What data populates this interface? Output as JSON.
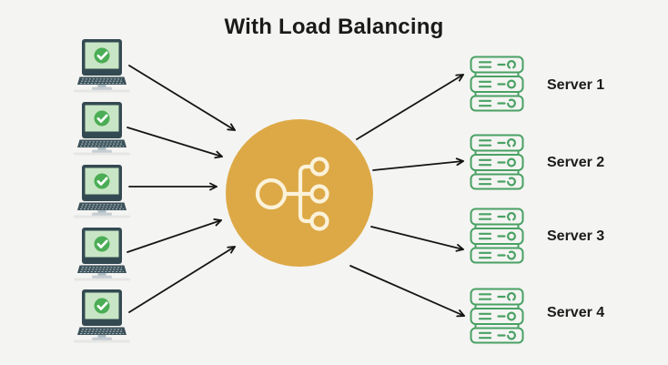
{
  "title": "With Load Balancing",
  "diagram": {
    "clients": [
      {
        "icon": "laptop-checkmark-icon"
      },
      {
        "icon": "laptop-checkmark-icon"
      },
      {
        "icon": "laptop-checkmark-icon"
      },
      {
        "icon": "laptop-checkmark-icon"
      },
      {
        "icon": "laptop-checkmark-icon"
      }
    ],
    "load_balancer": {
      "icon": "load-balancer-icon"
    },
    "servers": [
      {
        "label": "Server 1",
        "icon": "server-stack-icon"
      },
      {
        "label": "Server 2",
        "icon": "server-stack-icon"
      },
      {
        "label": "Server 3",
        "icon": "server-stack-icon"
      },
      {
        "label": "Server 4",
        "icon": "server-stack-icon"
      }
    ],
    "colors": {
      "background": "#F4F4F2",
      "balancer_circle": "#DDA946",
      "balancer_icon_stroke": "#FBF2DA",
      "server_green": "#49A164",
      "arrow": "#141414",
      "laptop_bezel": "#344A52",
      "laptop_screen": "#C8E6C5",
      "check_green": "#4BAD55",
      "title_text": "#1A1A1A"
    }
  }
}
